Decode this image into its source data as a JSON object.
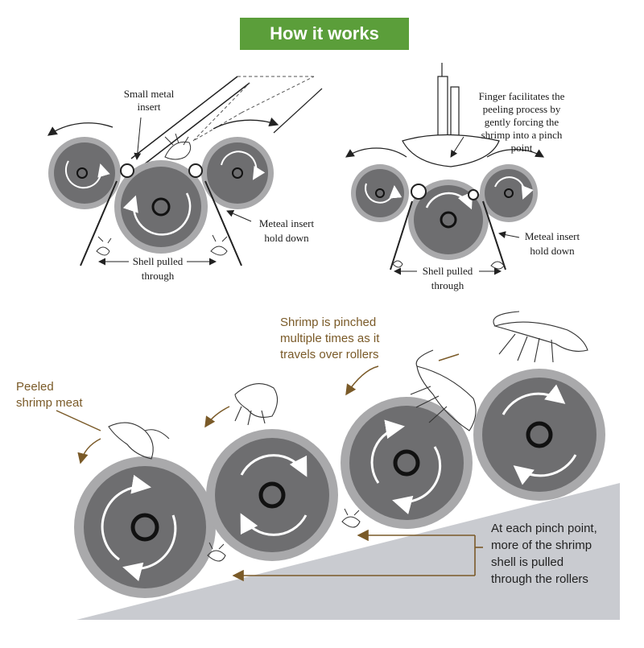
{
  "header": {
    "title": "How it works"
  },
  "top_left": {
    "label_insert": [
      "Small metal",
      "insert"
    ],
    "label_hold": [
      "Meteal insert",
      "hold down"
    ],
    "label_shell": [
      "Shell pulled",
      "through"
    ]
  },
  "top_right": {
    "label_finger": [
      "Finger facilitates the",
      "peeling process by",
      "gently forcing the",
      "shrimp into a pinch",
      "point"
    ],
    "label_hold": [
      "Meteal insert",
      "hold down"
    ],
    "label_shell": [
      "Shell pulled",
      "through"
    ]
  },
  "bottom": {
    "label_peeled": [
      "Peeled",
      "shrimp meat"
    ],
    "label_pinched": [
      "Shrimp is pinched",
      "multiple times as it",
      "travels over rollers"
    ],
    "label_pinch_point": [
      "At each pinch point,",
      "more of the shrimp",
      "shell is pulled",
      "through the rollers"
    ]
  },
  "colors": {
    "banner": "#5b9e3a",
    "roller_fill": "#6e6e70",
    "roller_rim": "#a9a9ab",
    "caption_brown": "#7a5a28",
    "ramp": "#c9cbd0"
  }
}
